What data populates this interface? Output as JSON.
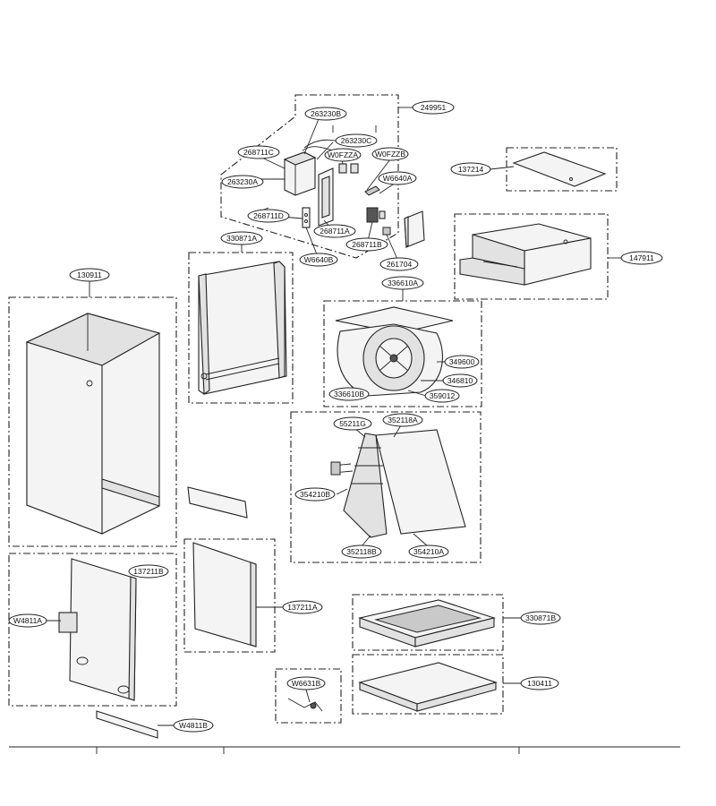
{
  "labels": {
    "l249951": "249951",
    "l263230B": "263230B",
    "l263230C": "263230C",
    "l268711C": "268711C",
    "l263230A": "263230A",
    "lW0FZZA": "W0FZZA",
    "lW0FZZB": "W0FZZB",
    "lW6640A": "W6640A",
    "l268711D": "268711D",
    "l268711A": "268711A",
    "l268711B": "268711B",
    "lW6640B": "W6640B",
    "l261704": "261704",
    "l137214": "137214",
    "l147911": "147911",
    "l330871A": "330871A",
    "l130911": "130911",
    "l336610A": "336610A",
    "l349600": "349600",
    "l346810": "346810",
    "l336610B": "336610B",
    "l359012": "359012",
    "l55211G": "55211G",
    "l352118A": "352118A",
    "l354210B": "354210B",
    "l352118B": "352118B",
    "l354210A": "354210A",
    "l137211B": "137211B",
    "lW4811A": "W4811A",
    "l137211A": "137211A",
    "l330871B": "330871B",
    "lW6631B": "W6631B",
    "l130411": "130411",
    "lW4811B": "W4811B"
  }
}
